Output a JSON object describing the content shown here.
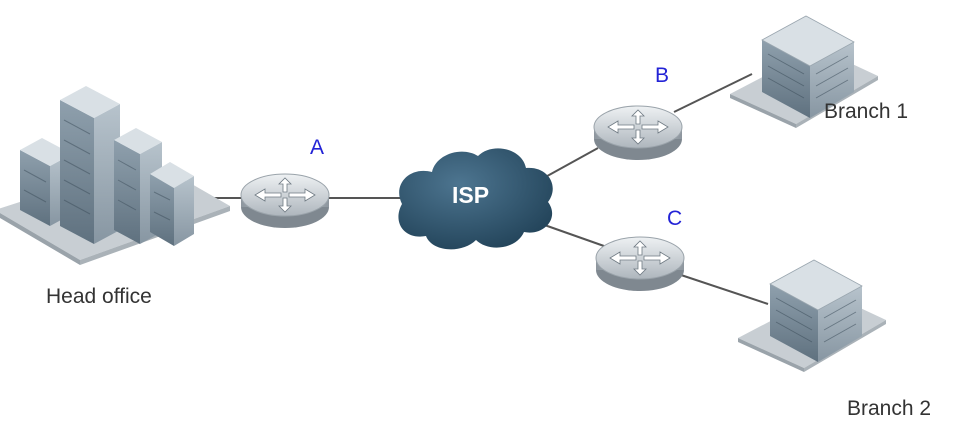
{
  "colors": {
    "router_letter": "#2323d6",
    "site_label": "#333333",
    "cloud": "#2c4f66",
    "link": "#555555",
    "router_body": "#b9c0c6"
  },
  "routers": [
    {
      "id": "A",
      "label": "A",
      "icon": "router-icon"
    },
    {
      "id": "B",
      "label": "B",
      "icon": "router-icon"
    },
    {
      "id": "C",
      "label": "C",
      "icon": "router-icon"
    }
  ],
  "cloud": {
    "label": "ISP",
    "icon": "cloud-icon"
  },
  "sites": [
    {
      "id": "head",
      "label": "Head office",
      "icon": "office-buildings-icon"
    },
    {
      "id": "branch1",
      "label": "Branch 1",
      "icon": "branch-building-icon"
    },
    {
      "id": "branch2",
      "label": "Branch 2",
      "icon": "branch-building-icon"
    }
  ],
  "links": [
    {
      "from": "head",
      "to": "A"
    },
    {
      "from": "A",
      "to": "ISP"
    },
    {
      "from": "ISP",
      "to": "B"
    },
    {
      "from": "ISP",
      "to": "C"
    },
    {
      "from": "B",
      "to": "branch1"
    },
    {
      "from": "C",
      "to": "branch2"
    }
  ]
}
